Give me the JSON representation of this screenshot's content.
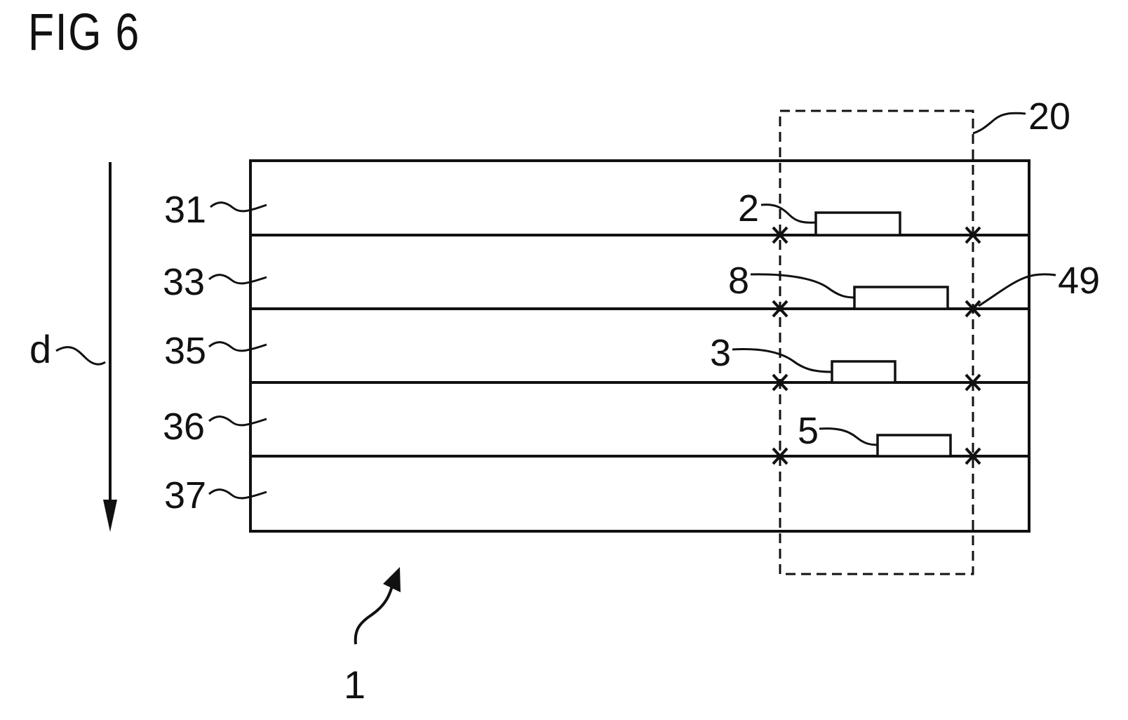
{
  "figure": {
    "title": "FIG 6",
    "depth_label": "d",
    "device_label": "1",
    "region_label": "20",
    "cross_label": "49",
    "layers": [
      {
        "id": "31",
        "label": "31",
        "element": "2"
      },
      {
        "id": "33",
        "label": "33",
        "element": "8"
      },
      {
        "id": "35",
        "label": "35",
        "element": "3"
      },
      {
        "id": "36",
        "label": "36",
        "element": "5"
      },
      {
        "id": "37",
        "label": "37",
        "element": ""
      }
    ]
  },
  "colors": {
    "ink": "#111111",
    "background": "#ffffff"
  }
}
